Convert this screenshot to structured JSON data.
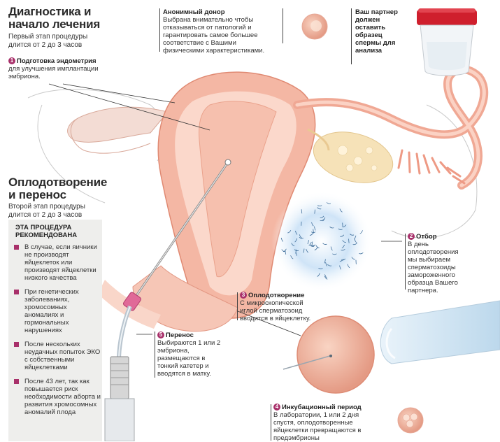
{
  "header": {
    "title_line1": "Диагностика и",
    "title_line2": "начало лечения",
    "subtitle_line1": "Первый этап процедуры",
    "subtitle_line2": "длится от 2 до 3 часов"
  },
  "step1": {
    "number": "1",
    "title": "Подготовка эндометрия",
    "text_line1": "для улучшения имплантации",
    "text_line2": "эмбриона."
  },
  "donor": {
    "title": "Анонимный донор",
    "lines": [
      "Выбрана внимательно чтобы",
      "отказываться от патологий и",
      "гарантировать самое большее",
      "соответствие с Вашими",
      "физическими характеристиками."
    ]
  },
  "partner": {
    "lines": [
      "Ваш партнер",
      "должен",
      "оставить",
      "образец",
      "спермы для",
      "анализа"
    ]
  },
  "section2": {
    "title_line1": "Оплодотворение",
    "title_line2": "и перенос",
    "subtitle_line1": "Второй этап процедуры",
    "subtitle_line2": "длится от 2 до 3 часов"
  },
  "sidebar": {
    "title_line1": "ЭТА ПРОЦЕДУРА",
    "title_line2": "РЕКОМЕНДОВАНА",
    "items": [
      "В случае, если яичники не производят яйцеклеток или производят яйцеклетки низкого качества",
      "При генетических заболеваниях, хромосомных аномалиях и гормональных нарушениях",
      "После нескольких неудачных попыток ЭКО с собственными яйцеклетками",
      "После 43 лет, так как повышается риск необходимости аборта и развития хромосомных аномалий плода"
    ]
  },
  "step2": {
    "number": "2",
    "title": "Отбор",
    "lines": [
      "В день",
      "оплодотворения",
      "мы выбираем",
      "сперматозоиды",
      "замороженного",
      "образца Вашего",
      "партнера."
    ]
  },
  "step3": {
    "number": "3",
    "title": "Оплодотворение",
    "lines": [
      "С микроскопической",
      "иглой сперматозоид",
      "вводится в яйцеклетку."
    ]
  },
  "step4": {
    "number": "4",
    "title": "Инкубационный период",
    "lines": [
      "В лаборатории, 1 или 2 дня",
      "спустя, оплодотворенные",
      "яйцеклетки превращаются в",
      "предэмбрионы"
    ]
  },
  "step5": {
    "number": "5",
    "title": "Перенос",
    "lines": [
      "Выбираются 1 или 2",
      "эмбриона,",
      "размещаются в",
      "тонкий катетер и",
      "вводятся в матку."
    ]
  },
  "colors": {
    "accent": "#a8306a",
    "tissue": "#f4b7a4",
    "tissue_dark": "#e88f7a",
    "ovary": "#f6e2b8",
    "sidebar_bg": "#eeeeec"
  }
}
